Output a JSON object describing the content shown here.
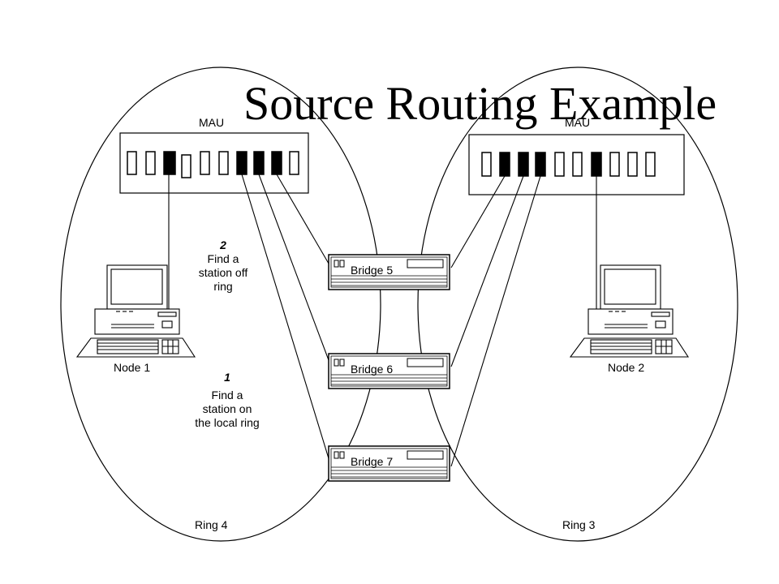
{
  "title": "Source Routing Example",
  "rings": [
    {
      "name": "Ring 4",
      "mau_label": "MAU",
      "node_label": "Node 1"
    },
    {
      "name": "Ring 3",
      "mau_label": "MAU",
      "node_label": "Node 2"
    }
  ],
  "bridges": [
    {
      "label": "Bridge 5"
    },
    {
      "label": "Bridge 6"
    },
    {
      "label": "Bridge 7"
    }
  ],
  "steps": [
    {
      "number": "2",
      "line1": "Find a",
      "line2": "station off",
      "line3": "ring"
    },
    {
      "number": "1",
      "line1": "Find a",
      "line2": "station on",
      "line3": "the local ring"
    }
  ]
}
